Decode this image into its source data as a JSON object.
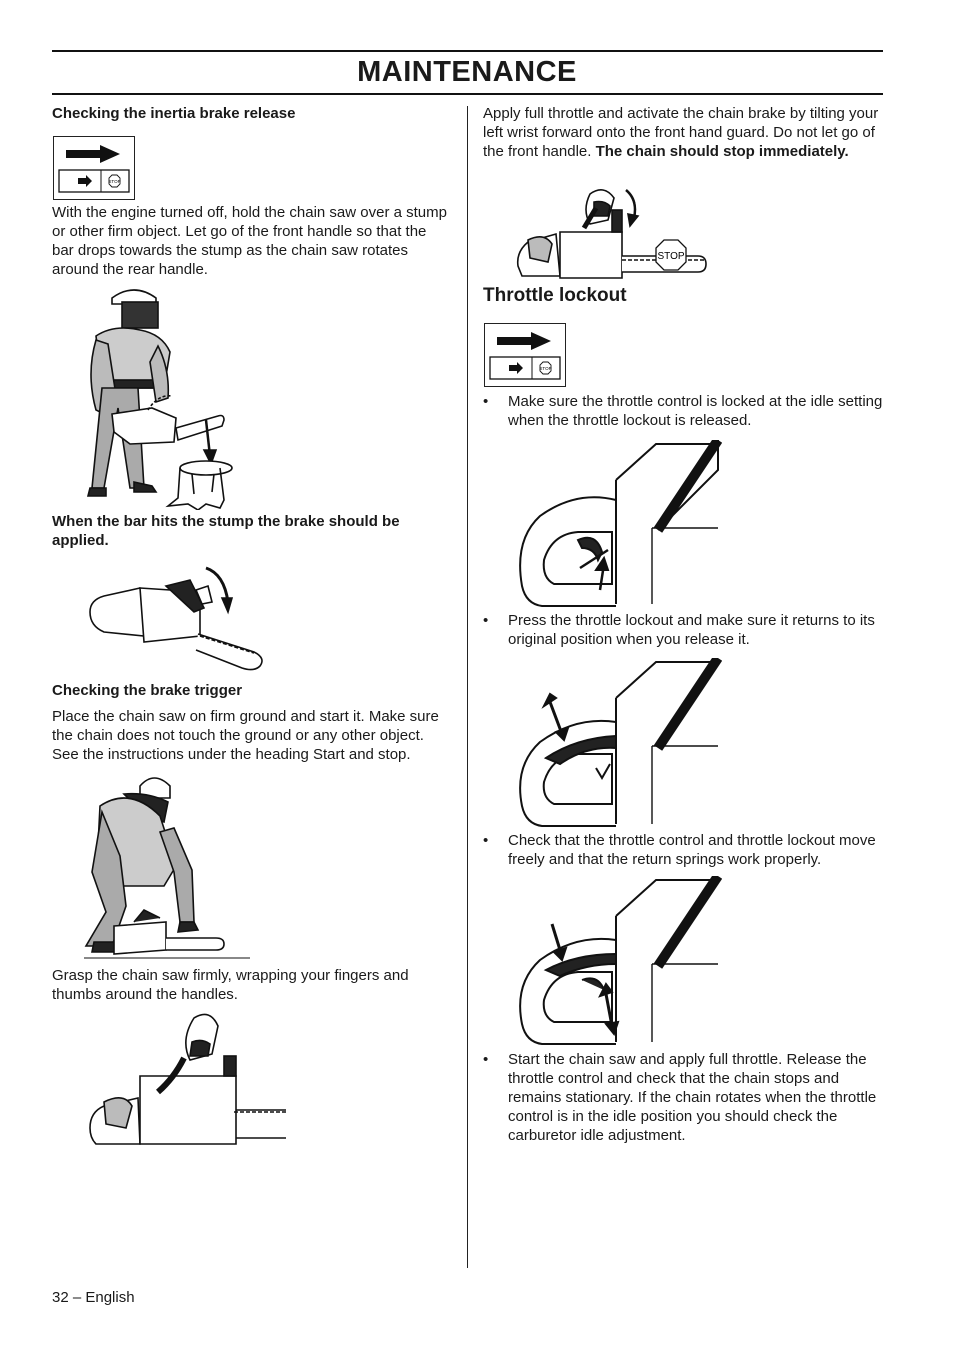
{
  "header": {
    "title": "MAINTENANCE"
  },
  "left": {
    "inertia_heading": "Checking the inertia brake release",
    "inertia_text": "With the engine turned off, hold the chain saw over a stump or other firm object. Let go of the front handle so that the bar drops towards the stump as the chain saw rotates around the rear handle.",
    "stump_note": "When the bar hits the stump the brake should be applied.",
    "trigger_heading": "Checking the brake trigger",
    "trigger_text": "Place the chain saw on firm ground and start it. Make sure the chain does not touch the ground or any other object. See the instructions under the heading Start and stop.",
    "grasp_text": "Grasp the chain saw firmly, wrapping your fingers and thumbs around the handles."
  },
  "right": {
    "throttle_intro": "Apply full throttle and activate the chain brake by tilting your left wrist forward onto the front hand guard. Do not let go of the front handle.",
    "throttle_intro_bold": "The chain should stop immediately.",
    "stop_label": "STOP",
    "lockout_heading": "Throttle lockout",
    "bullet_char": "•",
    "bullets": [
      "Make sure the throttle control is locked at the idle setting when the throttle lockout is released.",
      "Press the throttle lockout and make sure it returns to its original position when you release it.",
      "Check that the throttle control and throttle lockout move freely and that the return springs work properly.",
      "Start the chain saw and apply full throttle. Release the throttle control and check that the chain stops and remains stationary. If the chain rotates when the throttle control is in the idle position you should check the carburetor idle adjustment."
    ]
  },
  "icons": {
    "stop_small": "STOP",
    "names": [
      "arrow-right-icon",
      "stop-sign-icon"
    ]
  },
  "footer": {
    "page_label": "32 – English"
  }
}
